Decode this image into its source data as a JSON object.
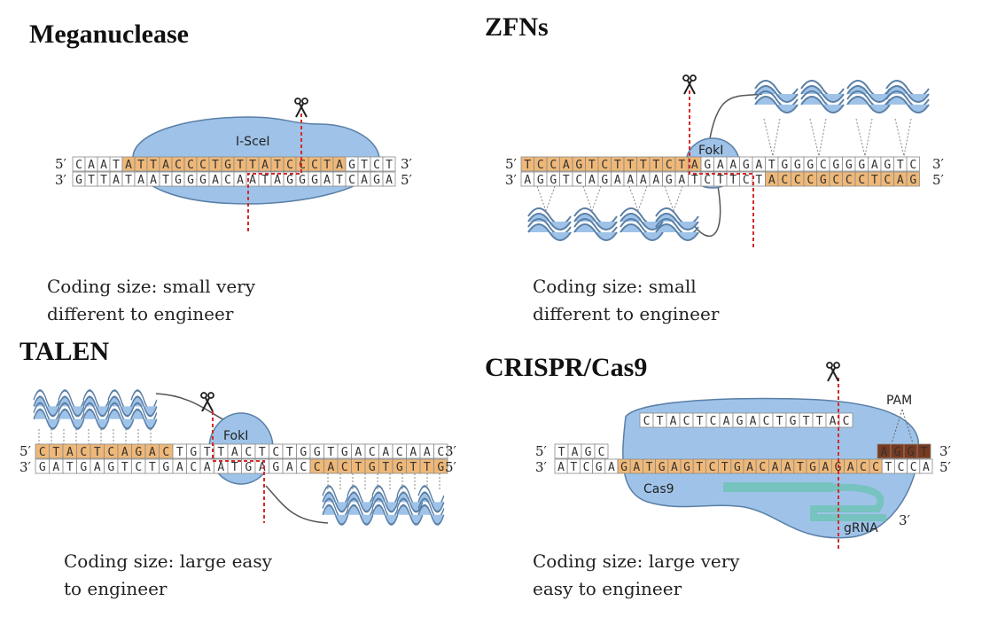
{
  "colors": {
    "protein_fill": "#9fc3e8",
    "protein_stroke": "#5a7fa6",
    "highlight": "#efb878",
    "pam": "#7a3a1e",
    "cut_line": "#d42a2a",
    "guide": "#6fc3b8"
  },
  "icons": {
    "scissors": "scissors-icon",
    "helix": "alpha-helix-icon"
  },
  "panels": {
    "meganuclease": {
      "title": "Meganuclease",
      "protein_label": "I-SceI",
      "top_left": "5′",
      "top_right": "3′",
      "bottom_left": "3′",
      "bottom_right": "5′",
      "top_strand": "CAATATTACCCTGTTATCCCTAGTCT",
      "bottom_strand": "GTTATAATGGGACAATAGGGATCAGA",
      "caption_line1": "Coding size: small very",
      "caption_line2": "different to engineer"
    },
    "zfns": {
      "title": "ZFNs",
      "protein_label": "FokI",
      "top_left": "5′",
      "top_right": "3′",
      "bottom_left": "3′",
      "bottom_right": "5′",
      "top_strand": "TCCAGTCTTTTCTAGAAGATGGGCGGGAGTC",
      "bottom_strand": "AGGTCAGAAAAGATCTTCTACCCGCCCTCAG",
      "caption_line1": "Coding size: small",
      "caption_line2": "different to engineer"
    },
    "talen": {
      "title": "TALEN",
      "protein_label": "FokI",
      "top_left": "5′",
      "top_right": "3′",
      "bottom_left": "3′",
      "bottom_right": "5′",
      "top_strand": "CTACTCAGACTGTTACTCTGGTGACACAAC",
      "bottom_strand": "GATGAGTCTGACAATGAGACCACTGTGTTG",
      "caption_line1": "Coding size: large easy",
      "caption_line2": "to engineer"
    },
    "crispr": {
      "title": "CRISPR/Cas9",
      "protein_label": "Cas9",
      "pam_label": "PAM",
      "grna_label": "gRNA",
      "grna_end": "3′",
      "top_left": "5′",
      "top_right": "3′",
      "bottom_left": "3′",
      "bottom_right": "5′",
      "top_strand_left": "TAGC",
      "top_strand_right": "AGGT",
      "target_strand": "CTACTCAGACTGTTAC",
      "bottom_strand": "ATCGAGATGAGTCTGACAATGAGACCTCCA",
      "caption_line1": "Coding size: large very",
      "caption_line2": "easy to engineer"
    }
  }
}
